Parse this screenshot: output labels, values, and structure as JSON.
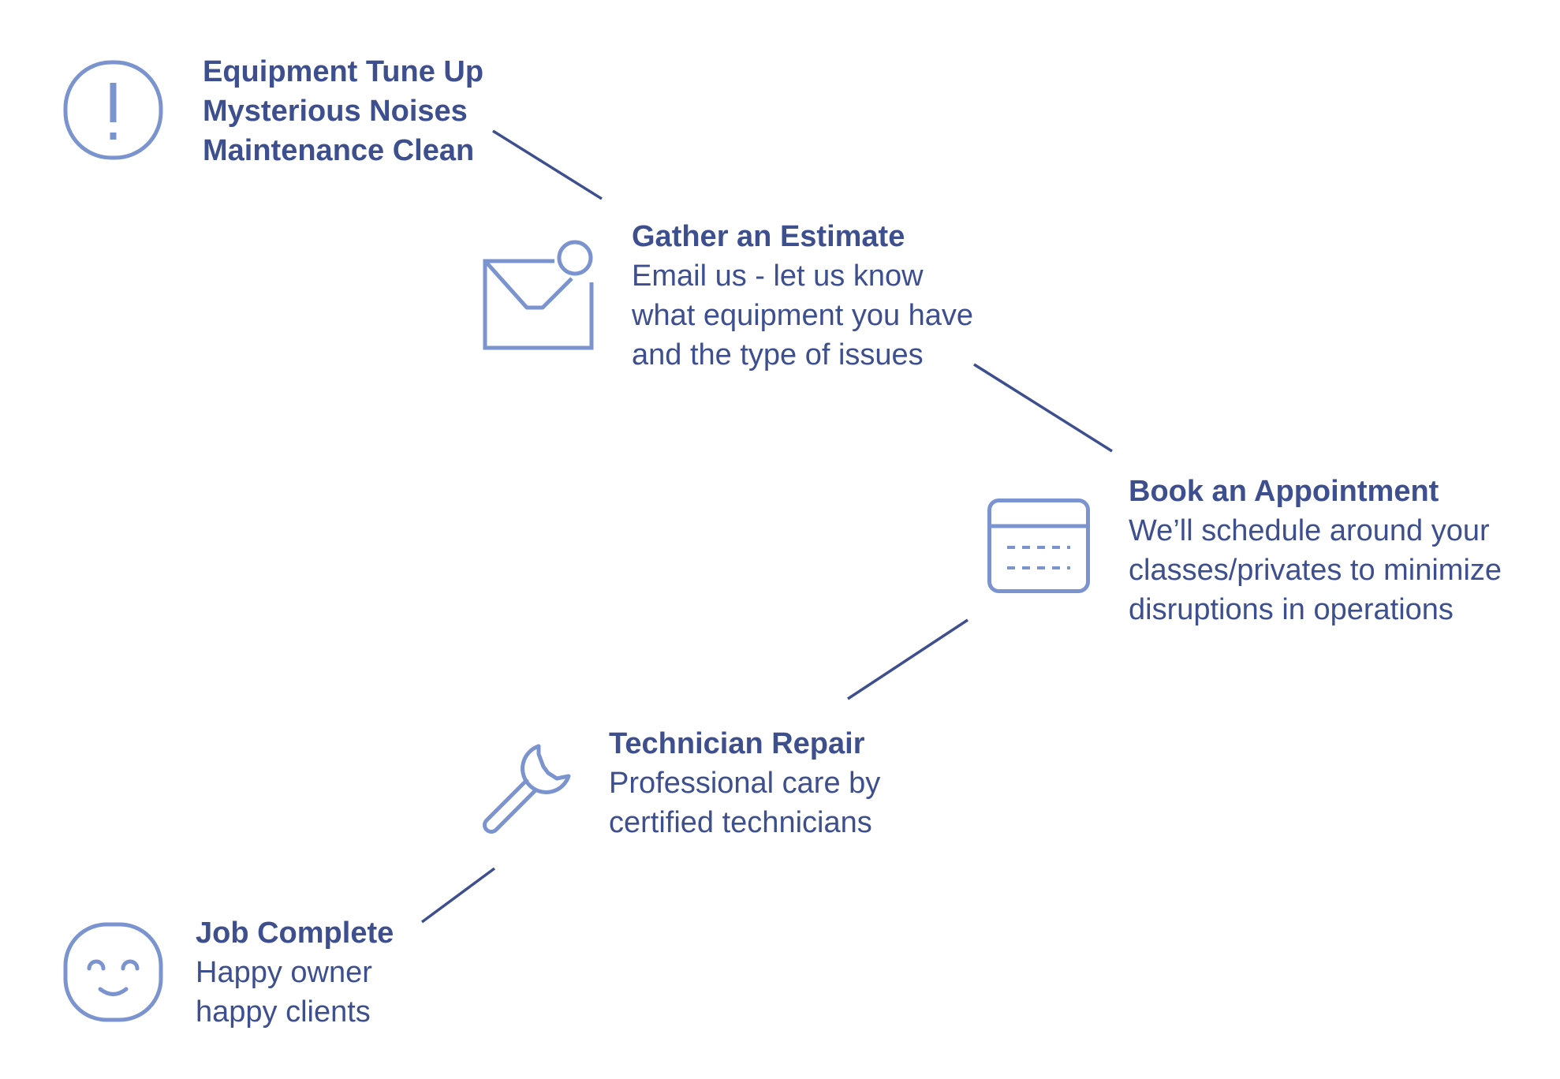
{
  "colors": {
    "text": "#3d4f8f",
    "icon_stroke": "#7b93cf",
    "connector": "#3d4f8f",
    "background": "#ffffff"
  },
  "steps": [
    {
      "icon": "alert-icon",
      "title_lines": [
        "Equipment Tune Up",
        "Mysterious Noises",
        "Maintenance Clean"
      ],
      "desc_lines": []
    },
    {
      "icon": "envelope-notification-icon",
      "title_lines": [
        "Gather an Estimate"
      ],
      "desc_lines": [
        "Email us - let us know",
        "what equipment you have",
        "and the type of issues"
      ]
    },
    {
      "icon": "calendar-icon",
      "title_lines": [
        "Book an Appointment"
      ],
      "desc_lines": [
        "We’ll schedule around your",
        "classes/privates to minimize",
        "disruptions in operations"
      ]
    },
    {
      "icon": "wrench-icon",
      "title_lines": [
        "Technician Repair"
      ],
      "desc_lines": [
        "Professional care by",
        "certified technicians"
      ]
    },
    {
      "icon": "smiley-icon",
      "title_lines": [
        "Job Complete"
      ],
      "desc_lines": [
        "Happy owner",
        "happy clients"
      ]
    }
  ]
}
